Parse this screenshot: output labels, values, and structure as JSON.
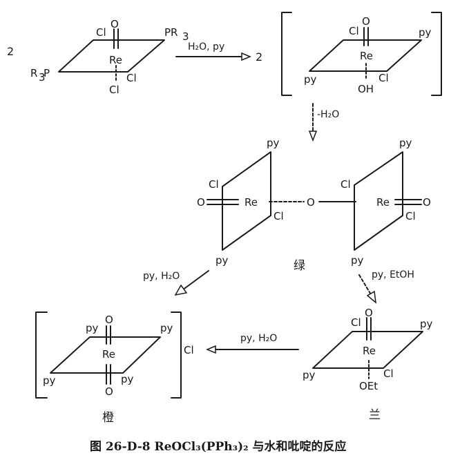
{
  "caption": "图 26-D-8   ReOCl₃(PPh₃)₂ 与水和吡啶的反应",
  "labels": {
    "Cl": "Cl",
    "O": "O",
    "Re": "Re",
    "py": "py",
    "OH": "OH",
    "OEt": "OEt",
    "PR3": "PR",
    "R3P": "R",
    "R3P_tail": "P",
    "sub3": "3",
    "coef": "2"
  },
  "conditions": {
    "step1": "H₂O, py",
    "step2": "-H₂O",
    "step3_left": "py, H₂O",
    "step3_right": "py, EtOH",
    "step4": "py, H₂O"
  },
  "compound_names": {
    "green": "绿",
    "blue": "兰",
    "orange": "橙"
  },
  "counter_ion": "Cl"
}
